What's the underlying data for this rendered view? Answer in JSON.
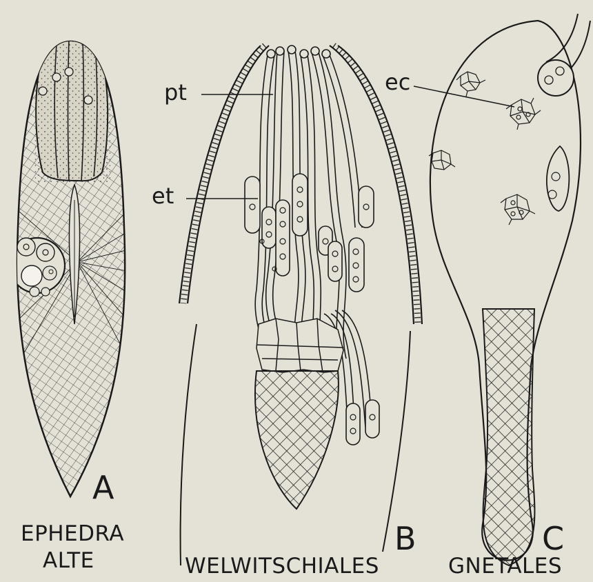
{
  "panels": {
    "a": {
      "letter": "A",
      "caption_line1": "EPHEDRA",
      "caption_line2": "ALTE"
    },
    "b": {
      "letter": "B",
      "caption": "WELWITSCHIALES"
    },
    "c": {
      "letter": "C",
      "caption": "GNETALES"
    }
  },
  "labels": {
    "pt": "pt",
    "et": "et",
    "ec": "ec"
  },
  "colors": {
    "paper": "#e4e1d6",
    "ink": "#1a1a1a",
    "stipple": "#d8d4c6"
  }
}
